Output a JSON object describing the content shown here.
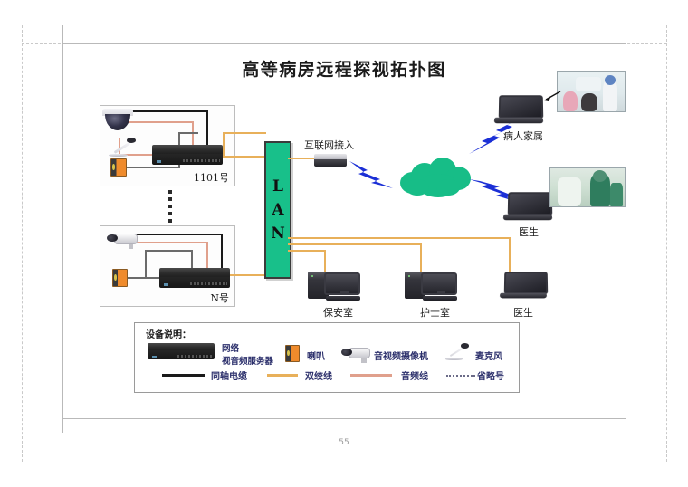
{
  "document": {
    "title": "高等病房远程探视拓扑图",
    "page_number": "55"
  },
  "rooms": [
    {
      "id": "room-1101",
      "label": "1101号",
      "devices": [
        "dome-camera",
        "desk-microphone",
        "speaker",
        "network-video-audio-server"
      ]
    },
    {
      "id": "room-n",
      "label": "N号",
      "devices": [
        "bullet-camera",
        "speaker",
        "network-video-audio-server"
      ]
    }
  ],
  "lan": {
    "label_lines": [
      "L",
      "A",
      "N"
    ],
    "color": "#18c08a"
  },
  "internet": {
    "access_label": "互联网接入",
    "cloud_color": "#17bd87",
    "arrow_color": "#1b2fd6"
  },
  "remote_endpoints": [
    {
      "id": "patient-family",
      "label": "病人家属",
      "device": "laptop"
    },
    {
      "id": "remote-doctor",
      "label": "医生",
      "device": "laptop"
    }
  ],
  "workstations": [
    {
      "id": "security-room",
      "label": "保安室",
      "device": "desktop-pc"
    },
    {
      "id": "nurse-station",
      "label": "护士室",
      "device": "desktop-pc"
    },
    {
      "id": "doctor-station",
      "label": "医生",
      "device": "laptop"
    }
  ],
  "legend": {
    "title": "设备说明：",
    "devices": [
      {
        "icon": "server-icon",
        "label_line1": "网络",
        "label_line2": "视音频服务器"
      },
      {
        "icon": "speaker-icon",
        "label": "喇叭"
      },
      {
        "icon": "camera-icon",
        "label": "音视频摄像机"
      },
      {
        "icon": "microphone-icon",
        "label": "麦克风"
      }
    ],
    "lines": [
      {
        "label": "同轴电缆",
        "color": "#1a1a1a",
        "style": "solid"
      },
      {
        "label": "双绞线",
        "color": "#e8b05a",
        "style": "solid"
      },
      {
        "label": "音频线",
        "color": "#e0a08c",
        "style": "solid"
      },
      {
        "label": "省略号",
        "color": "#6b6b88",
        "style": "dotted"
      }
    ]
  }
}
